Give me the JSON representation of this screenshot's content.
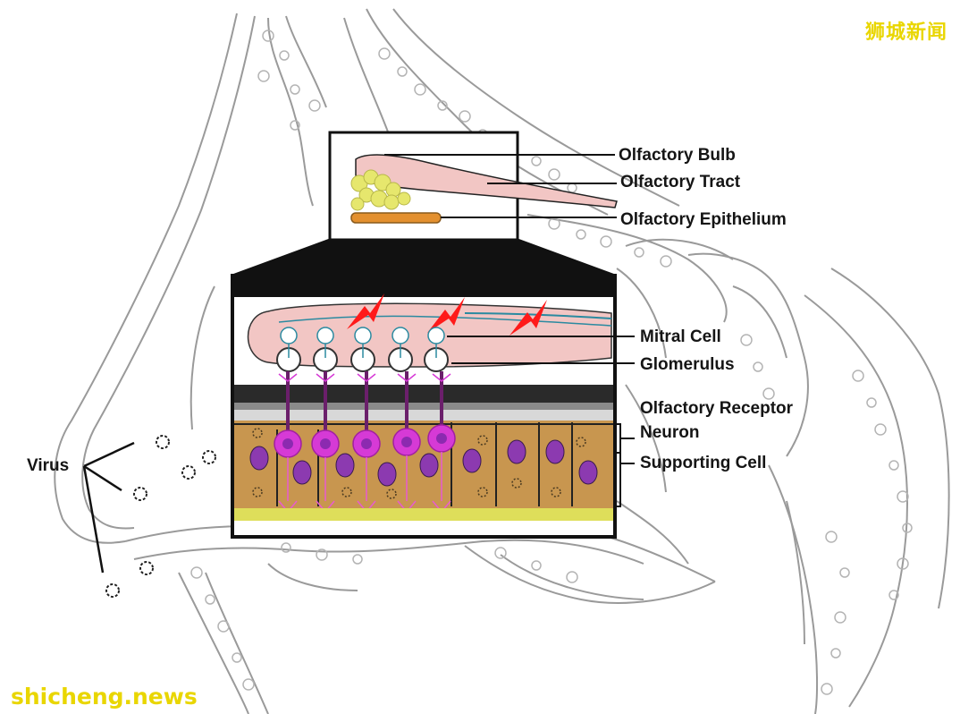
{
  "labels": {
    "olfactory_bulb": "Olfactory Bulb",
    "olfactory_tract": "Olfactory Tract",
    "olfactory_epithelium": "Olfactory Epithelium",
    "mitral_cell": "Mitral Cell",
    "glomerulus": "Glomerulus",
    "receptor_neuron_line1": "Olfactory Receptor",
    "receptor_neuron_line2": "Neuron",
    "supporting_cell": "Supporting Cell",
    "virus": "Virus"
  },
  "watermarks": {
    "top_right": "狮城新闻",
    "bottom_left": "shicheng.news"
  },
  "colors": {
    "outline": "#111111",
    "sketch": "#9a9a9a",
    "bulb_pink": "#f2c6c4",
    "epithelium_orange": "#e3902f",
    "tissue_tan": "#c8964f",
    "nucleus_purple": "#8c3ab0",
    "neuron_magenta": "#d63ad6",
    "basal_yellow": "#dede5a",
    "yellow_cells": "#e6e76d",
    "signal_red": "#ff1a1a",
    "mitral_teal": "#2b8aa0",
    "watermark": "#e9d600"
  }
}
